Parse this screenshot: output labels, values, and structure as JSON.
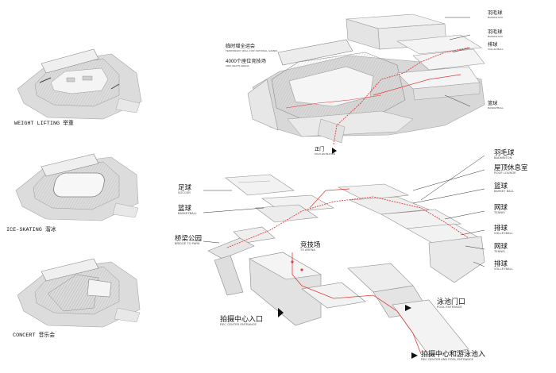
{
  "side_captions": {
    "weightlifting": "WEIGHT LIFTING 举重",
    "ice_skating": "ICE-SKATING 溜冰",
    "concert": "CONCERT 音乐会"
  },
  "top_labels": {
    "national_games": {
      "zh": "临时增全运会",
      "en": "TEMPORARY WALL FOR NATIONAL GAMES"
    },
    "arena_4000": {
      "zh": "4000个座位竞技场",
      "en": "4000 SEATS ARENA"
    },
    "badminton_1": {
      "zh": "羽毛球",
      "en": "BADMINTON"
    },
    "badminton_2": {
      "zh": "羽毛球",
      "en": "BADMINTON"
    },
    "volleyball_1": {
      "zh": "排球",
      "en": "VOLLEYBALL"
    },
    "basketball_1": {
      "zh": "篮球",
      "en": "BASKETBALL"
    },
    "main_entrance": {
      "zh": "正门",
      "en": "MAIN ENTRANCE"
    }
  },
  "bottom_labels": {
    "soccer": {
      "zh": "足球",
      "en": "SOCCER"
    },
    "basketball": {
      "zh": "篮球",
      "en": "BASKETBALL"
    },
    "bridge_to_park": {
      "zh": "桥梁公园",
      "en": "BRIDGE TO PARK"
    },
    "to_arena": {
      "zh": "竞技场",
      "en": "TO ARENA"
    },
    "rec_center_entrance": {
      "zh": "拍摄中心入口",
      "en": "REC CENTER ENTRANCE"
    },
    "pool_entrance": {
      "zh": "泳池门口",
      "en": "POOL ENTRANCE"
    },
    "rec_center_pool_entrance": {
      "zh": "拍摄中心和游泳池入",
      "en": "REC CENTER AND POOL ENTRANCE"
    },
    "badminton": {
      "zh": "羽毛球",
      "en": "BADMINTON"
    },
    "roof_lounge": {
      "zh": "屋顶休息室",
      "en": "ROOF LOUNGE"
    },
    "basket_ball": {
      "zh": "篮球",
      "en": "BASKET BALL"
    },
    "tennis_1": {
      "zh": "网球",
      "en": "TENNIS"
    },
    "volleyball_2": {
      "zh": "排球",
      "en": "VOLLEYBALL"
    },
    "tennis_2": {
      "zh": "网球",
      "en": "TENNIS"
    },
    "volleyball_3": {
      "zh": "排球",
      "en": "VOLLEYBALL"
    }
  },
  "colors": {
    "circulation_path": "#e23b3b",
    "structure_line": "#9a9a9a",
    "floor_fill": "#f3f3f3",
    "shadow_fill": "#dedede"
  }
}
